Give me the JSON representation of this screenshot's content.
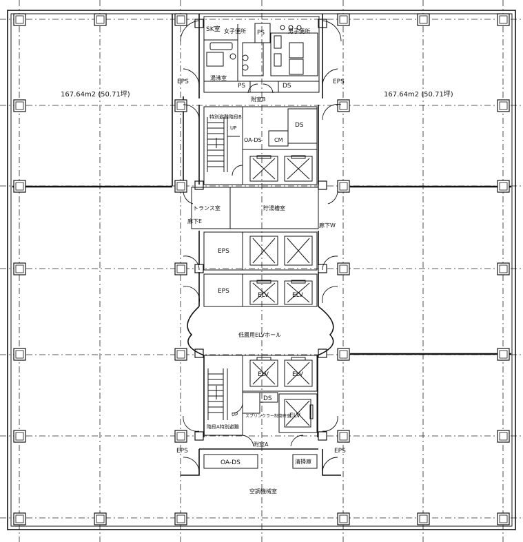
{
  "plan": {
    "area_west": "167.64m2 (50.71坪)",
    "area_east": "167.64m2 (50.71坪)",
    "rooms": {
      "sk_room": "SK室",
      "womens_wc": "女子便所",
      "mens_wc": "男子便所",
      "ps_top": "PS",
      "ps_bottom": "PS",
      "ds_top": "DS",
      "kyuto": "湯沸室",
      "eps_nw": "EPS",
      "eps_ne": "EPS",
      "eps_sw": "EPS",
      "eps_se": "EPS",
      "vestibule_b": "附室B",
      "stair_b": "特別避難階段B",
      "up_b": "UP",
      "ds_core": "DS",
      "oa_ds_top": "OA-DS",
      "cm": "CM",
      "trunk": "トランス室",
      "storage": "貯湯槽室",
      "corridor_e": "廊下E",
      "corridor_w": "廊下W",
      "eps_core1": "EPS",
      "eps_core2": "EPS",
      "elv1": "ELV",
      "elv2": "ELV",
      "hall": "低層用ELVホール",
      "elv3": "ELV",
      "elv4": "ELV",
      "ds_low": "DS",
      "sprinkler": "スプリンクラー制御弁室",
      "elv5": "ELV",
      "up_a": "UP",
      "stair_a": "階段A特別避難",
      "vestibule_a": "附室A",
      "oa_ds_bottom": "OA-DS",
      "cleaning": "清掃庫",
      "ac_room": "空調機械室"
    }
  }
}
